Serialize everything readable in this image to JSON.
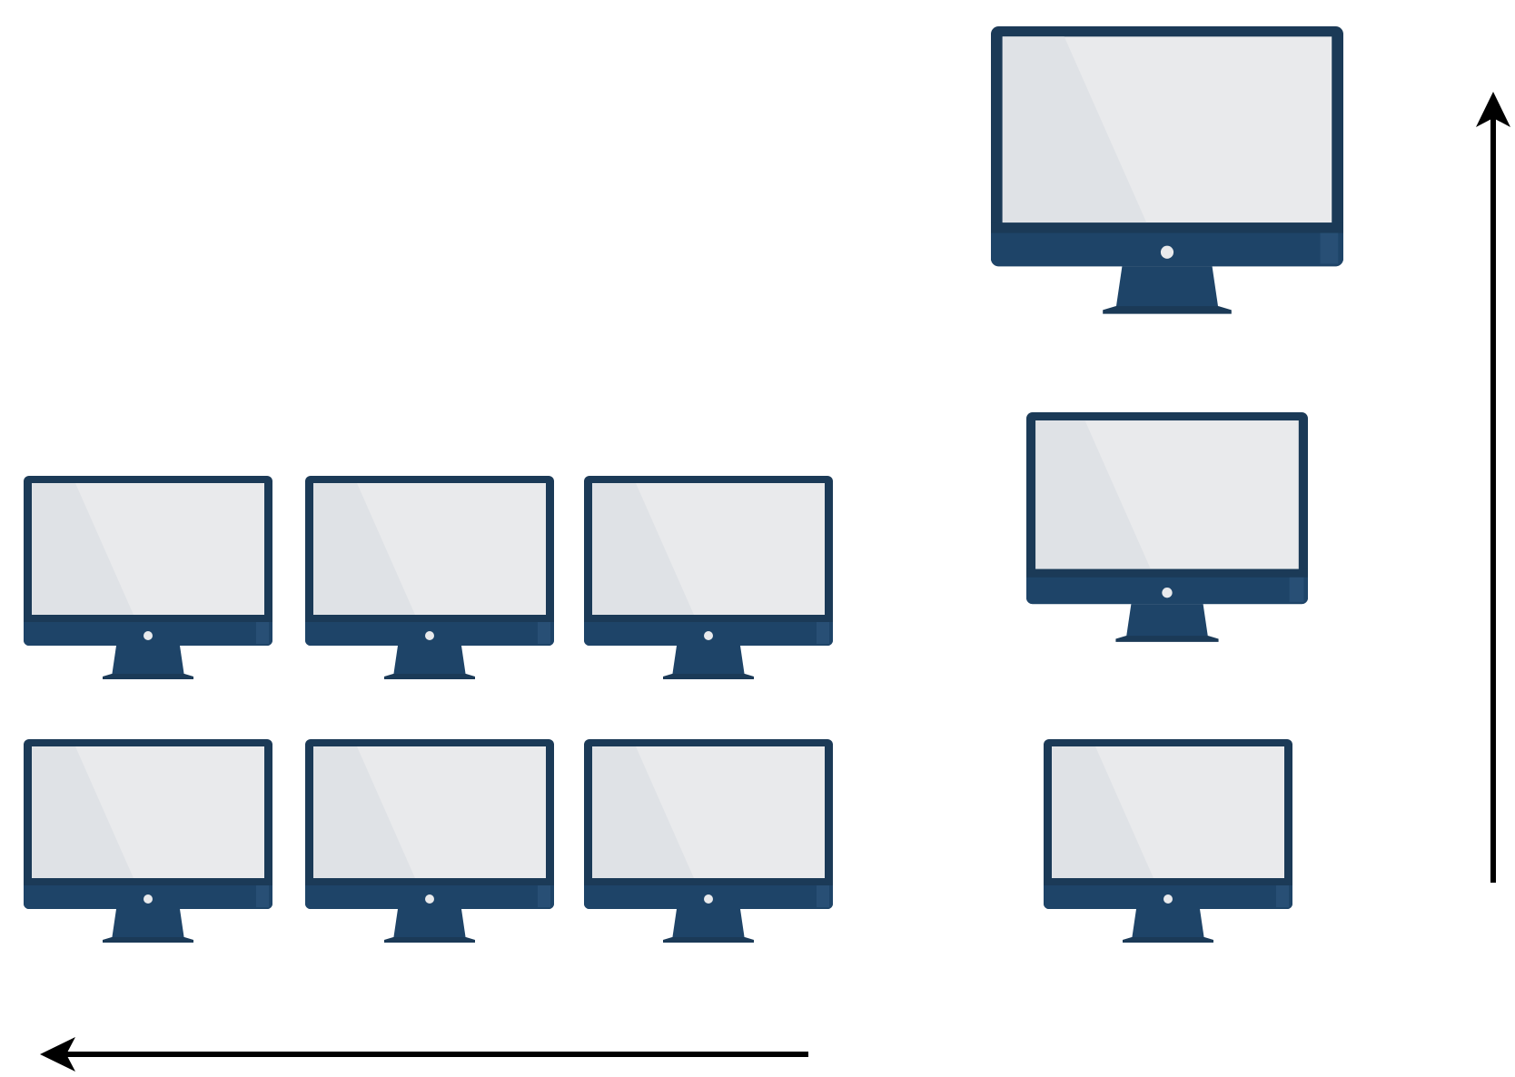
{
  "diagram": {
    "colors": {
      "frame": "#1b3a57",
      "bezel": "#1e4468",
      "screen": "#e9eaec",
      "screen_glare": "#dfe2e6",
      "power_dot": "#e9eaec",
      "arrow": "#000000",
      "background": "#ffffff"
    },
    "horizontal_scaling": {
      "monitor_count": 6,
      "icon": "monitor-icon",
      "arrow_direction": "left"
    },
    "vertical_scaling": {
      "monitor_count": 3,
      "icon": "monitor-icon",
      "arrow_direction": "up"
    }
  }
}
